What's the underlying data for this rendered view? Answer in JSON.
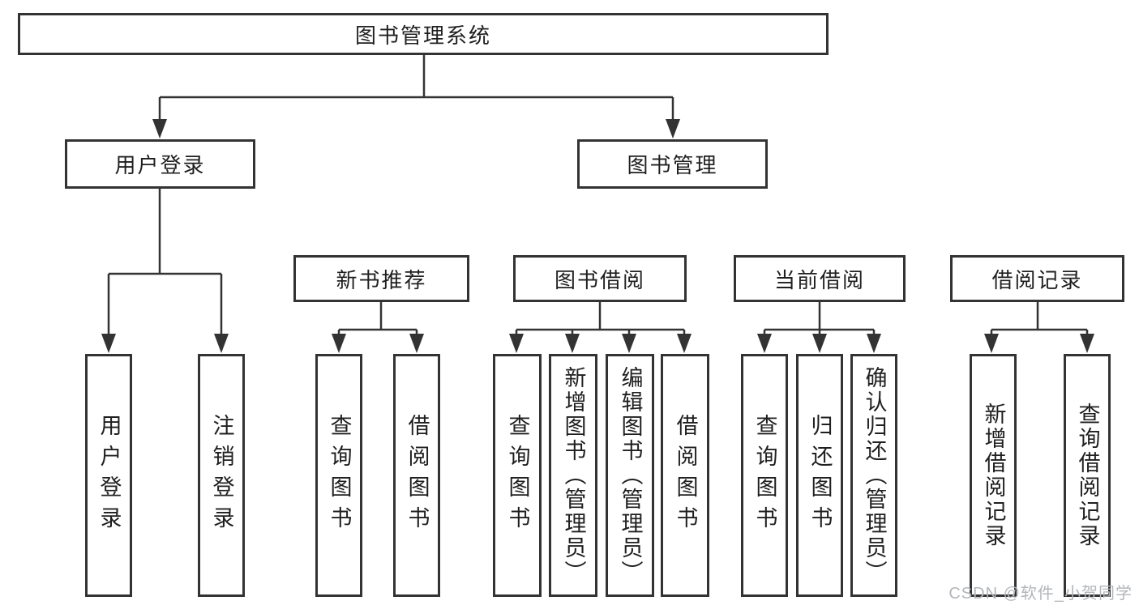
{
  "diagram": {
    "root": {
      "label": "图书管理系统"
    },
    "level2": [
      {
        "label": "用户登录"
      },
      {
        "label": "图书管理"
      }
    ],
    "level3": [
      {
        "label": "新书推荐",
        "parent": "图书管理"
      },
      {
        "label": "图书借阅",
        "parent": "图书管理"
      },
      {
        "label": "当前借阅",
        "parent": "图书管理"
      },
      {
        "label": "借阅记录",
        "parent": "图书管理"
      }
    ],
    "leaves": [
      {
        "label": "用户登录",
        "parent": "用户登录"
      },
      {
        "label": "注销登录",
        "parent": "用户登录"
      },
      {
        "label": "查询图书",
        "parent": "新书推荐"
      },
      {
        "label": "借阅图书",
        "parent": "新书推荐"
      },
      {
        "label": "查询图书",
        "parent": "图书借阅"
      },
      {
        "label": "新增图书（管理员）",
        "parent": "图书借阅"
      },
      {
        "label": "编辑图书（管理员）",
        "parent": "图书借阅"
      },
      {
        "label": "借阅图书",
        "parent": "图书借阅"
      },
      {
        "label": "查询图书",
        "parent": "当前借阅"
      },
      {
        "label": "归还图书",
        "parent": "当前借阅"
      },
      {
        "label": "确认归还（管理员）",
        "parent": "当前借阅"
      },
      {
        "label": "新增借阅记录",
        "parent": "借阅记录"
      },
      {
        "label": "查询借阅记录",
        "parent": "借阅记录"
      }
    ]
  },
  "watermark": {
    "text": "CSDN @软件_小贺同学"
  },
  "colors": {
    "line": "#333333",
    "border": "#333333",
    "text": "#1f1f1f",
    "background": "#ffffff",
    "watermark": "#b3b6ba"
  }
}
